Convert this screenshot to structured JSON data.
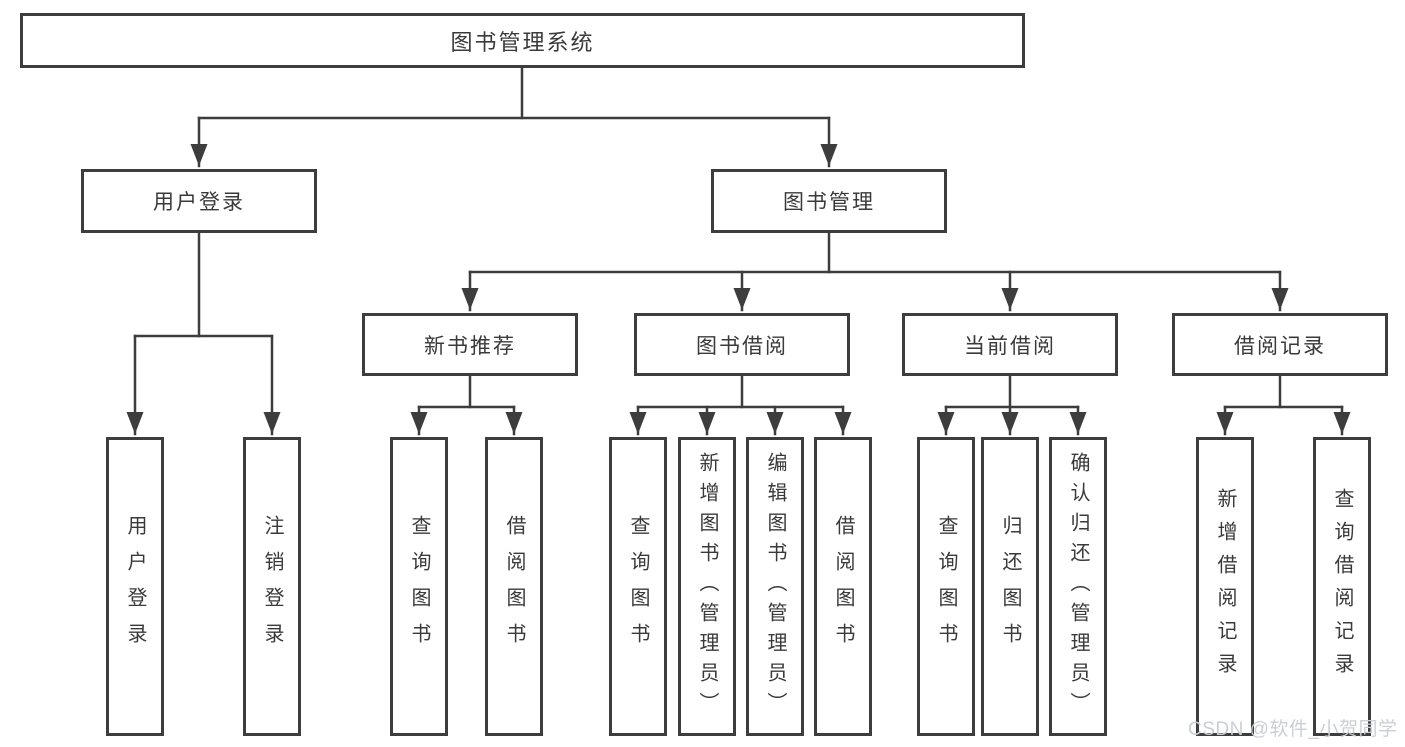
{
  "diagram": {
    "root": {
      "label": "图书管理系统"
    },
    "branches": [
      {
        "label": "用户登录",
        "children": [
          {
            "label": "用户登录"
          },
          {
            "label": "注销登录"
          }
        ]
      },
      {
        "label": "图书管理",
        "sections": [
          {
            "label": "新书推荐",
            "children": [
              {
                "label": "查询图书"
              },
              {
                "label": "借阅图书"
              }
            ]
          },
          {
            "label": "图书借阅",
            "children": [
              {
                "label": "查询图书"
              },
              {
                "label": "新增图书（管理员）"
              },
              {
                "label": "编辑图书（管理员）"
              },
              {
                "label": "借阅图书"
              }
            ]
          },
          {
            "label": "当前借阅",
            "children": [
              {
                "label": "查询图书"
              },
              {
                "label": "归还图书"
              },
              {
                "label": "确认归还（管理员）"
              }
            ]
          },
          {
            "label": "借阅记录",
            "children": [
              {
                "label": "新增借阅记录"
              },
              {
                "label": "查询借阅记录"
              }
            ]
          }
        ]
      }
    ]
  },
  "colors": {
    "line": "#3d3d3d",
    "text": "#3a3a3a",
    "watermark": "#cbcfd4"
  },
  "watermark": "CSDN @软件_小贺同学"
}
